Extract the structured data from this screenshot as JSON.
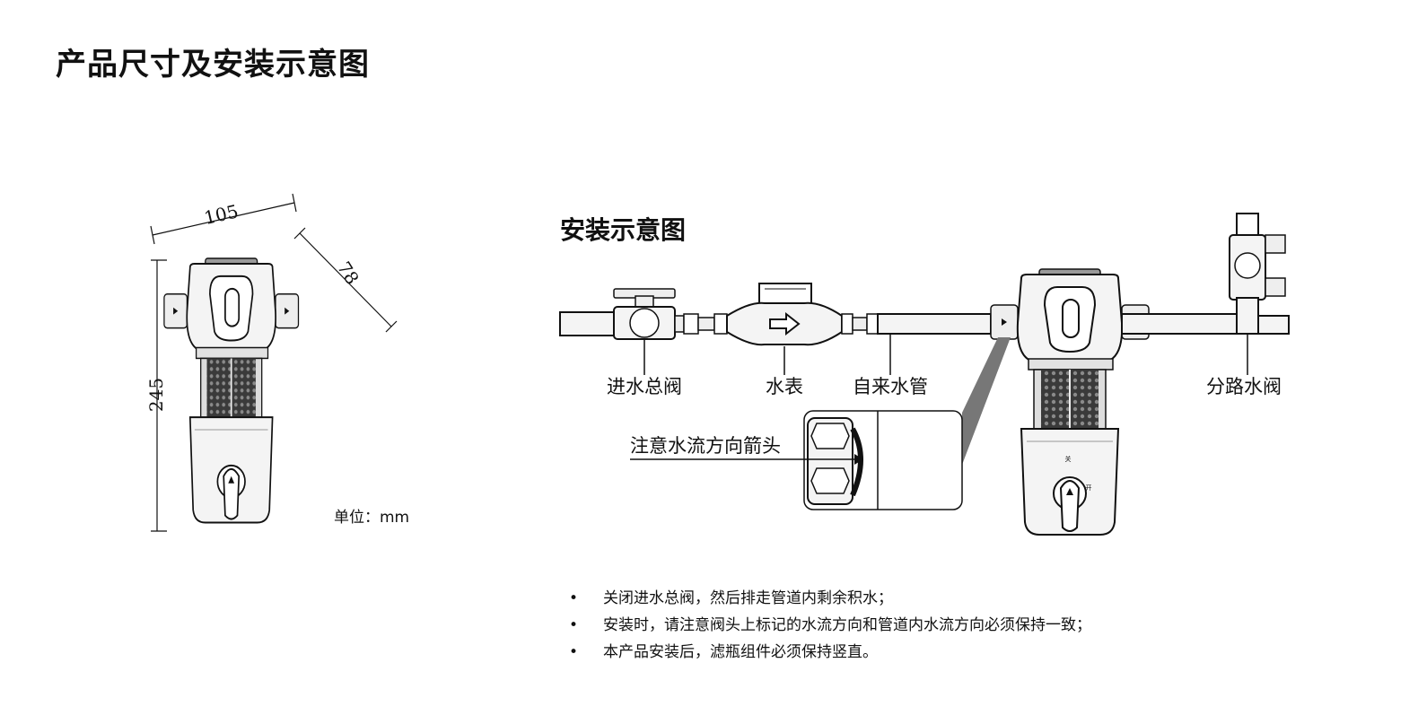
{
  "page": {
    "title": "产品尺寸及安装示意图"
  },
  "dimensions": {
    "width": "105",
    "depth": "78",
    "height": "245",
    "unit_label": "单位：mm"
  },
  "install": {
    "title": "安装示意图",
    "labels": {
      "main_valve": "进水总阀",
      "water_meter": "水表",
      "tap_pipe": "自来水管",
      "branch_valve": "分路水阀",
      "flow_arrow_note": "注意水流方向箭头"
    },
    "filter_marks": {
      "close": "关",
      "open": "开"
    }
  },
  "notes": [
    "关闭进水总阀，然后排走管道内剩余积水；",
    "安装时，请注意阀头上标记的水流方向和管道内水流方向必须保持一致；",
    "本产品安装后，滤瓶组件必须保持竖直。"
  ]
}
